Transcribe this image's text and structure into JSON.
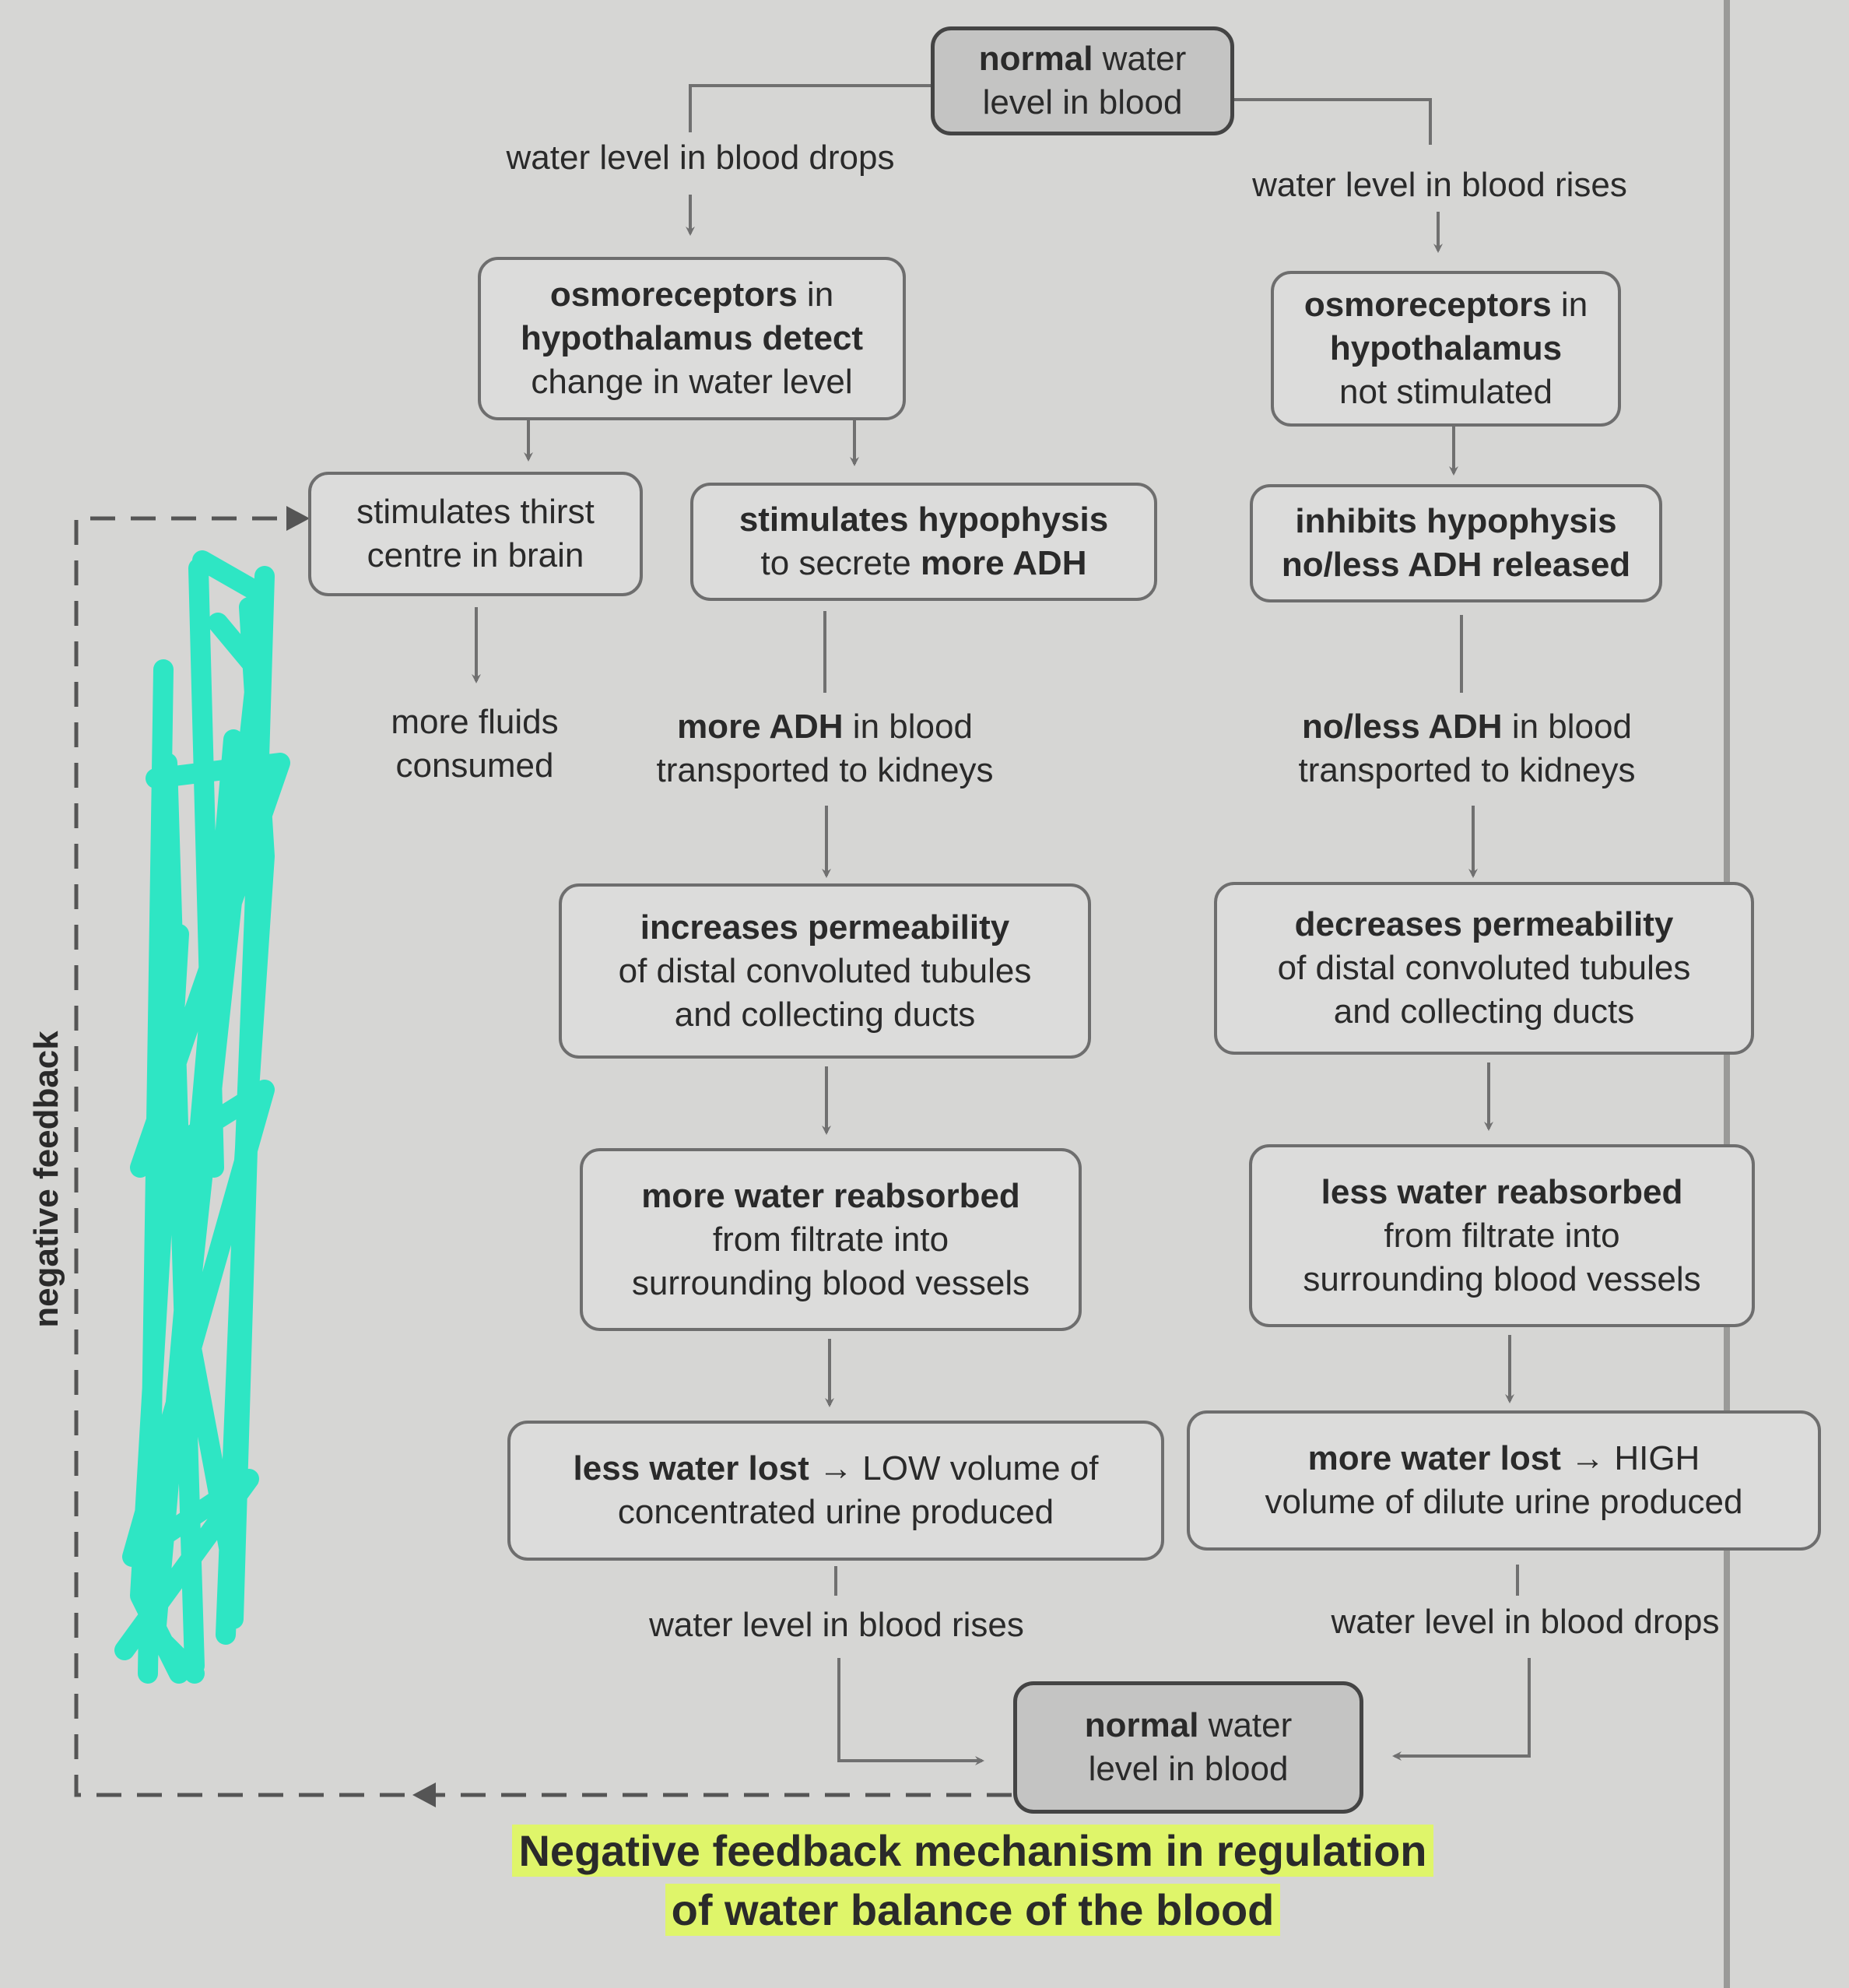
{
  "side_label": "negative feedback",
  "title": {
    "line1": "Negative feedback mechanism in regulation",
    "line2": "of water balance of the blood"
  },
  "nodes": {
    "top": {
      "bold": "normal",
      "rest": " water",
      "line2": "level in blood"
    },
    "drop_label": "water level in blood drops",
    "rise_label": "water level in blood rises",
    "osmo_left": {
      "l1": "osmoreceptors",
      "l1b": " in",
      "l2": "hypothalamus detect",
      "l3": "change in water level"
    },
    "osmo_right": {
      "l1": "osmoreceptors",
      "l1b": " in",
      "l2": "hypothalamus",
      "l3": "not stimulated"
    },
    "thirst": {
      "l1": "stimulates thirst",
      "l2": "centre in brain"
    },
    "fluids": {
      "l1": "more fluids",
      "l2": "consumed"
    },
    "hypo_left": {
      "l1": "stimulates hypophysis",
      "l2a": "to secrete ",
      "l2b": "more ADH"
    },
    "hypo_right": {
      "l1": "inhibits hypophysis",
      "l2": "no/less ADH released"
    },
    "adh_left": {
      "l1b": "more ADH",
      "l1": " in blood",
      "l2": "transported to kidneys"
    },
    "adh_right": {
      "l1b": "no/less ADH",
      "l1": " in blood",
      "l2": "transported to kidneys"
    },
    "perm_left": {
      "l1": "increases permeability",
      "l2": "of distal convoluted tubules",
      "l3": "and collecting ducts"
    },
    "perm_right": {
      "l1": "decreases permeability",
      "l2": "of distal convoluted tubules",
      "l3": "and collecting ducts"
    },
    "reab_left": {
      "l1": "more water reabsorbed",
      "l2": "from filtrate into",
      "l3": "surrounding blood vessels"
    },
    "reab_right": {
      "l1": "less water reabsorbed",
      "l2": "from filtrate into",
      "l3": "surrounding blood vessels"
    },
    "urine_left": {
      "l1b": "less water lost",
      "l1": " → LOW volume of",
      "l2": "concentrated urine produced"
    },
    "urine_right": {
      "l1b": "more water lost",
      "l1": " → HIGH",
      "l2": "volume of dilute urine produced"
    },
    "rise_bottom": "water level in blood rises",
    "drop_bottom": "water level in blood drops",
    "bottom": {
      "bold": "normal",
      "rest": " water",
      "line2": "level in blood"
    }
  },
  "colors": {
    "scribble": "#2ee6c4",
    "highlight": "#dff56a"
  }
}
